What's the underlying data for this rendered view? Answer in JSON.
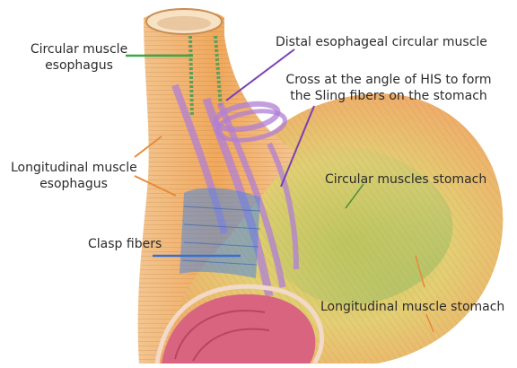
{
  "labels": {
    "circular_muscle_esophagus": [
      "Circular muscle",
      "esophagus"
    ],
    "distal_esophageal_circular_muscle": "Distal esophageal circular muscle",
    "cross_angle_his": [
      "Cross at the angle of HIS to form",
      "the Sling fibers on the stomach"
    ],
    "longitudinal_muscle_esophagus": [
      "Longitudinal muscle",
      "esophagus"
    ],
    "circular_muscles_stomach": "Circular muscles stomach",
    "clasp_fibers": "Clasp fibers",
    "longitudinal_muscle_stomach": "Longitudinal muscle stomach"
  },
  "colors": {
    "esophagus_orange": "#efa35a",
    "stomach_yellow": "#e9d27a",
    "stomach_green": "#9bbf5c",
    "sling_purple": "#b07fd6",
    "clasp_blue": "#4f86d8",
    "mucosa_pink": "#d8647f",
    "pointer_green": "#3aa84a",
    "pointer_purple": "#7a3fb5",
    "pointer_orange": "#e8893a",
    "pointer_blue": "#3a6fd0"
  }
}
